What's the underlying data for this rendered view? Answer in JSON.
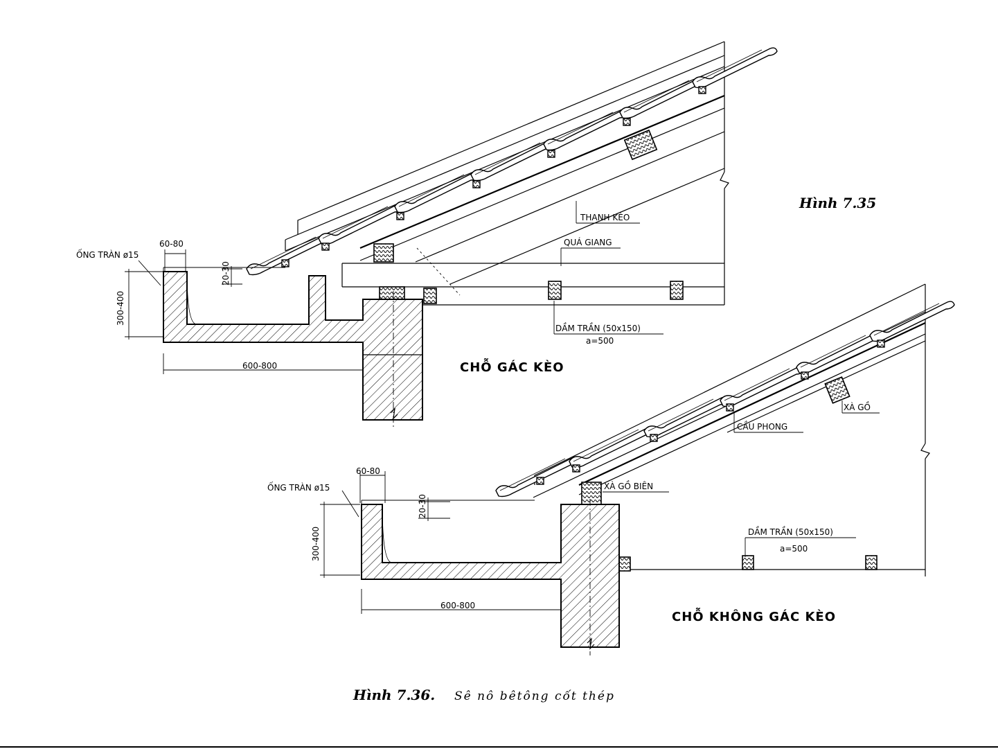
{
  "upper_detail": {
    "figure_label": "Hình 7.35",
    "heading": "CHỖ GÁC KÈO",
    "labels": {
      "overflow_pipe": "ỐNG TRÀN ø15",
      "lip_dim": "60-80",
      "depth_dim": "300-400",
      "slope_dim": "20-30",
      "width_dim": "600-800",
      "rafter": "THANH KÈO",
      "tie_beam": "QUÁ GIANG",
      "ceiling_joist": "DẦM TRẦN (50x150)",
      "spacing": "a=500"
    }
  },
  "lower_detail": {
    "heading": "CHỖ KHÔNG GÁC KÈO",
    "labels": {
      "overflow_pipe": "ỐNG TRÀN ø15",
      "lip_dim": "60-80",
      "depth_dim": "300-400",
      "slope_dim": "20-30",
      "width_dim": "600-800",
      "purlin": "XÀ GỒ",
      "rafter_strip": "CẦU PHONG",
      "edge_purlin": "XÀ GỒ BIÊN",
      "ceiling_joist": "DẦM TRẦN (50x150)",
      "spacing": "a=500"
    }
  },
  "caption": {
    "number": "Hình 7.36.",
    "text": "Sê nô bêtông cốt thép"
  }
}
